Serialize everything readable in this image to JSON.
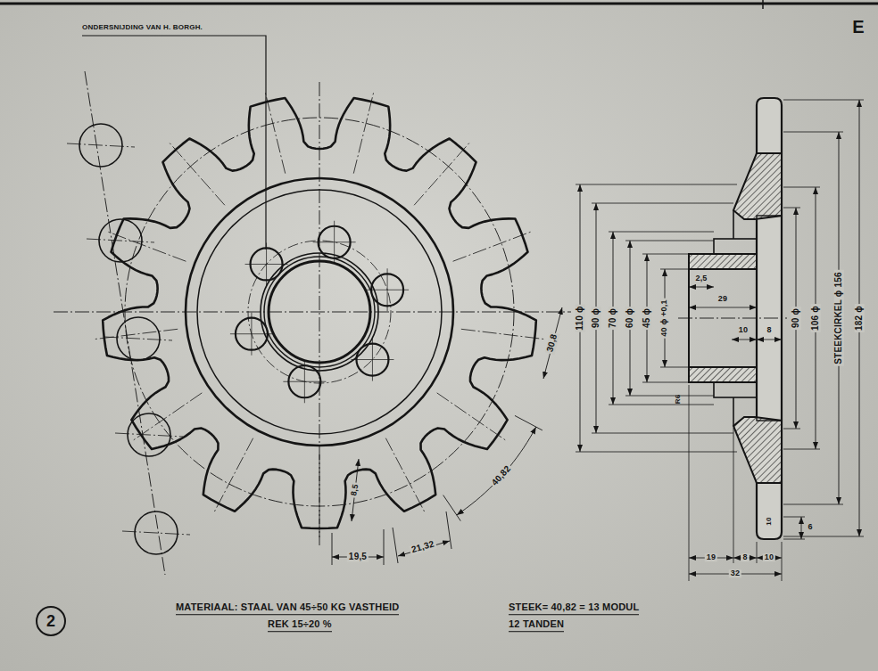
{
  "diagram": {
    "nodes": [
      {
        "text": [
          "2"
        ]
      }
    ],
    "labels": [
      "E",
      "ONDERSNIJDING VAN H. BORGH.",
      "30,8",
      "40,82",
      "8,5",
      "19,5",
      "21,32",
      "110 ϕ",
      "90 ϕ",
      "70 ϕ",
      "60 ϕ",
      "45 ϕ",
      "40 ϕ +0,1",
      "2,5",
      "29",
      "10",
      "8",
      "R6",
      "90 ϕ",
      "106 ϕ",
      "STEEKCIRKEL ϕ 156",
      "182 ϕ",
      "6",
      "10",
      "19",
      "8",
      "10",
      "32",
      "MATERIAAL: STAAL VAN 45÷50 KG VASTHEID",
      "REK 15÷20 %",
      "STEEK= 40,82 = 13 MODUL",
      "12 TANDEN"
    ]
  }
}
